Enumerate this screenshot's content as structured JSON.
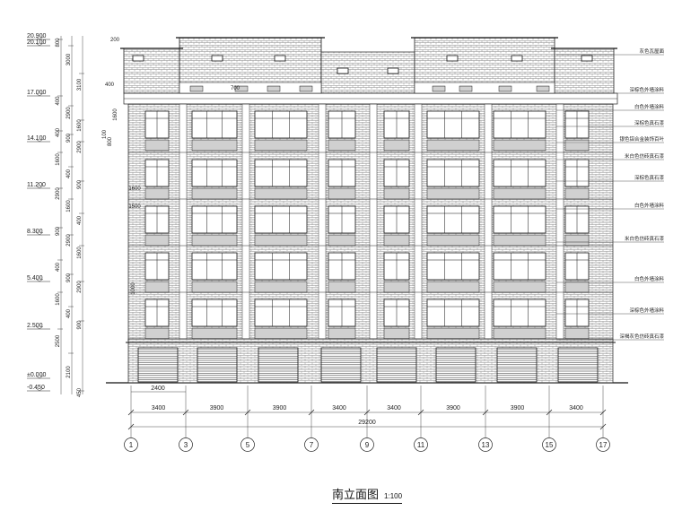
{
  "drawing": {
    "title": "南立面图",
    "scale": "1:100"
  },
  "elevation_levels": [
    "20.900",
    "20.100",
    "17.000",
    "14.100",
    "11.200",
    "8.300",
    "5.400",
    "2.500",
    "±0.000",
    "-0.450"
  ],
  "left_dims": [
    {
      "label": "800"
    },
    {
      "label": "3000"
    },
    {
      "label": "3100"
    },
    {
      "label": "400"
    },
    {
      "label": "2900"
    },
    {
      "label": "1600"
    },
    {
      "label": "400"
    },
    {
      "label": "900"
    },
    {
      "label": "2900"
    },
    {
      "label": "1600"
    },
    {
      "label": "400"
    },
    {
      "label": "900"
    },
    {
      "label": "2900"
    },
    {
      "label": "1600"
    },
    {
      "label": "400"
    },
    {
      "label": "900"
    },
    {
      "label": "2900"
    },
    {
      "label": "1600"
    },
    {
      "label": "400"
    },
    {
      "label": "900"
    },
    {
      "label": "2900"
    },
    {
      "label": "1600"
    },
    {
      "label": "400"
    },
    {
      "label": "900"
    },
    {
      "label": "2500"
    },
    {
      "label": "2100"
    },
    {
      "label": "450"
    }
  ],
  "inner_dims": [
    "200",
    "400",
    "1600",
    "100",
    "800",
    "700",
    "1500",
    "1000",
    "1600"
  ],
  "bottom_dims": {
    "base_segment": "2400",
    "segments": [
      "3400",
      "3900",
      "3900",
      "3400",
      "3400",
      "3900",
      "3900",
      "3400"
    ],
    "total": "29200"
  },
  "axes": [
    "1",
    "3",
    "5",
    "7",
    "9",
    "11",
    "13",
    "15",
    "17"
  ],
  "callouts": [
    "灰色瓦屋面",
    "深棕色外墙涂料",
    "白色外墙涂料",
    "深棕色真石漆",
    "银色铝合金装饰百叶",
    "米白色仿砖真石漆",
    "深棕色真石漆",
    "白色外墙涂料",
    "米白色仿砖真石漆",
    "白色外墙涂料",
    "深棕色外墙涂料",
    "深褐灰色仿砖真石漆"
  ]
}
